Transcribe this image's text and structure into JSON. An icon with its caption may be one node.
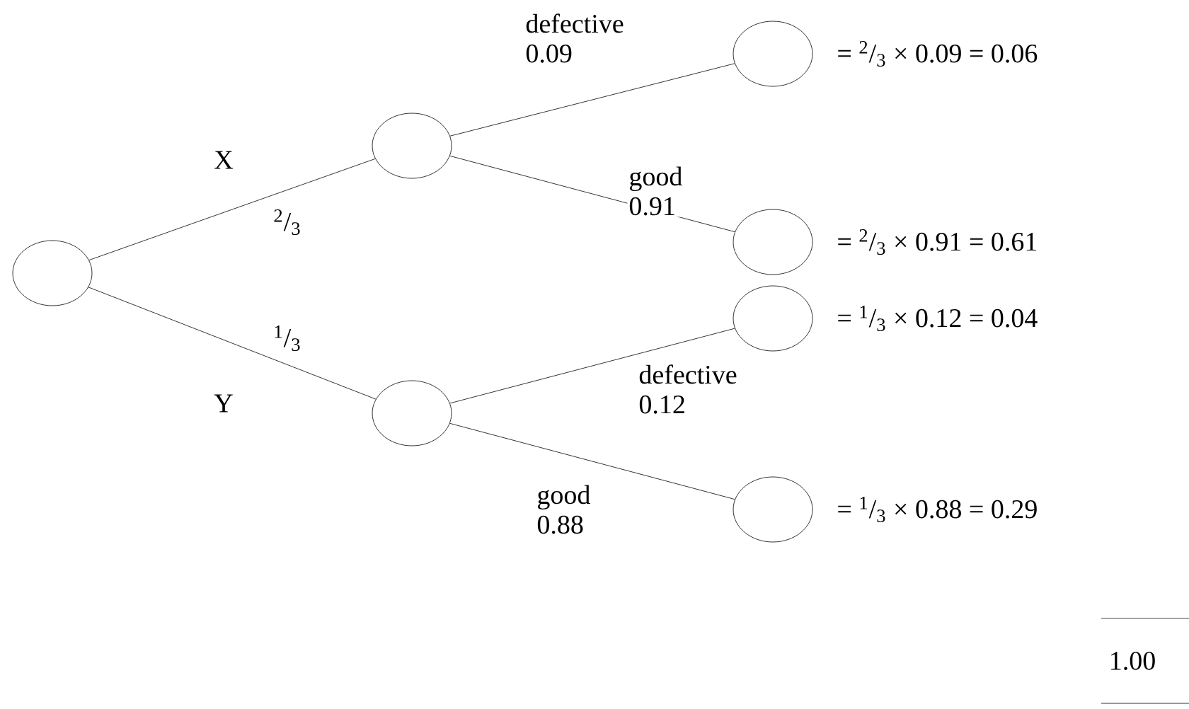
{
  "diagram": {
    "nodes": [
      {
        "text": [],
        "shape": "circle"
      },
      {
        "text": [],
        "shape": "circle"
      },
      {
        "text": [],
        "shape": "circle"
      },
      {
        "text": [],
        "shape": "circle",
        "beside": [
          "= $^{2}$/$_{3}$ × 0.09 = 0.06"
        ]
      },
      {
        "text": [],
        "shape": "circle",
        "beside": [
          "= $^{2}$/$_{3}$ × 0.91 = 0.61"
        ]
      },
      {
        "text": [],
        "shape": "circle",
        "beside": [
          "= $^{1}$/$_{3}$ × 0.12 = 0.04"
        ]
      },
      {
        "text": [],
        "shape": "circle",
        "beside": [
          "= $^{1}$/$_{3}$ × 0.88 = 0.29"
        ]
      }
    ],
    "edges": [
      {
        "from": 0,
        "to": 1,
        "arrow": "none",
        "label": "$^{2}$/$_{3}$"
      },
      {
        "from": 0,
        "to": 2,
        "arrow": "none",
        "label": "$^{1}$/$_{3}$"
      },
      {
        "from": 1,
        "to": 3,
        "arrow": "none",
        "label": "defective 0.09"
      },
      {
        "from": 1,
        "to": 4,
        "arrow": "none",
        "label": "good 0.91"
      },
      {
        "from": 2,
        "to": 5,
        "arrow": "none",
        "label": "defective 0.12"
      },
      {
        "from": 2,
        "to": 6,
        "arrow": "none",
        "label": "good 0.88"
      }
    ],
    "labels": [
      "X",
      "Y",
      "1.00"
    ]
  }
}
